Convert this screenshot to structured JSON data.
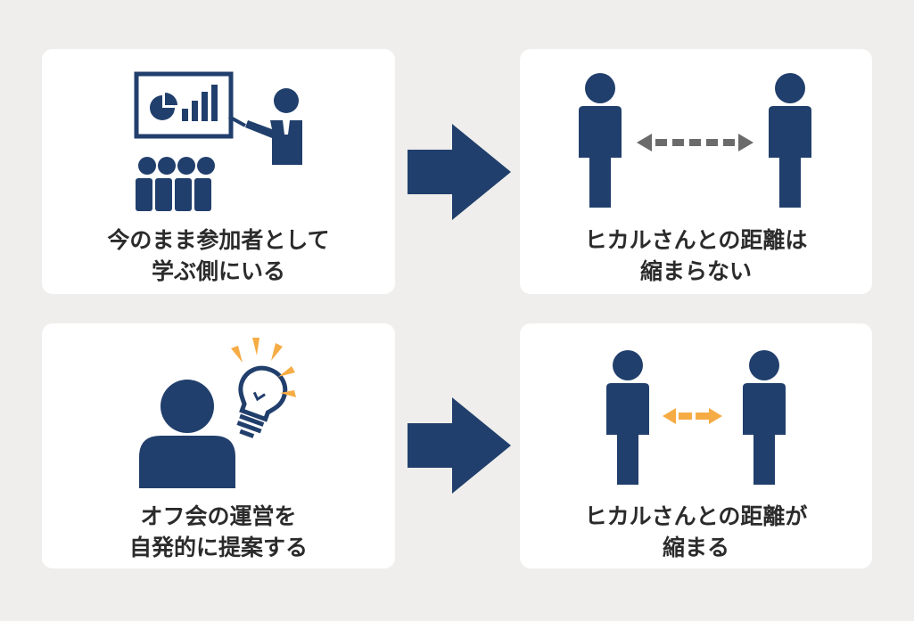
{
  "colors": {
    "navy": "#213f6c",
    "gray_arrow": "#6b6b6b",
    "accent_orange": "#f6ac45",
    "background": "#efeeec",
    "card": "#ffffff",
    "text": "#2b2b2b"
  },
  "panels": {
    "top_left": {
      "line1": "今のまま参加者として",
      "line2": "学ぶ側にいる",
      "icon": "presentation-audience-icon"
    },
    "top_right": {
      "line1": "ヒカルさんとの距離は",
      "line2": "縮まらない",
      "icon": "two-people-far-apart-icon"
    },
    "bottom_left": {
      "line1": "オフ会の運営を",
      "line2": "自発的に提案する",
      "icon": "person-idea-lightbulb-icon"
    },
    "bottom_right": {
      "line1": "ヒカルさんとの距離が",
      "line2": "縮まる",
      "icon": "two-people-close-icon"
    }
  },
  "arrows": {
    "icon": "right-arrow-icon"
  }
}
